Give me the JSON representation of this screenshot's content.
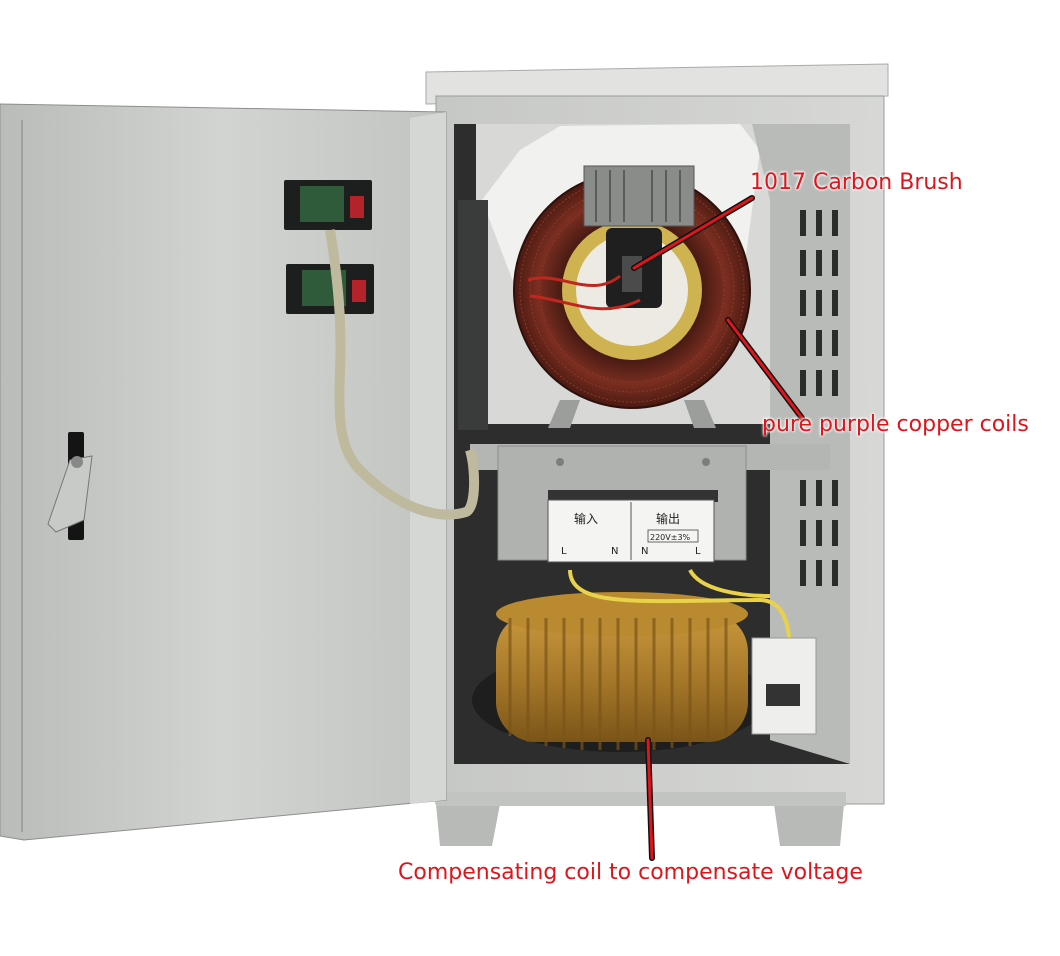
{
  "annotations": {
    "carbon_brush": "1017 Carbon Brush",
    "copper_coils": "pure purple copper coils",
    "compensating_coil": "Compensating coil to compensate voltage"
  },
  "terminal_block": {
    "input_label": "输入",
    "output_label": "输出",
    "rating": "220V±3%",
    "input_L": "L",
    "input_N": "N",
    "output_N": "N",
    "output_L": "L"
  },
  "colors": {
    "annotation_red": "#e0141a",
    "cabinet_grey": "#c9cbc8",
    "coil_copper": "#6e2b1f",
    "transformer_gold": "#a8792a"
  }
}
